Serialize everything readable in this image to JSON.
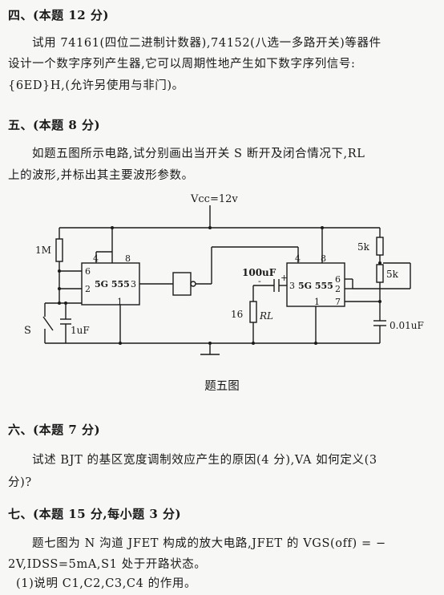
{
  "q4": {
    "heading": "四、(本题 12 分)",
    "line1": "试用 74161(四位二进制计数器),74152(八选一多路开关)等器件",
    "line2": "设计一个数字序列产生器,它可以周期性地产生如下数字序列信号:",
    "line3": "{6ED}H,(允许另使用与非门)。"
  },
  "q5": {
    "heading": "五、(本题 8 分)",
    "line1": "如题五图所示电路,试分别画出当开关 S 断开及闭合情况下,RL",
    "line2": "上的波形,并标出其主要波形参数。",
    "figure": {
      "vcc": "Vcc=12v",
      "r1": "1M",
      "chip1": "5G 555",
      "chip2": "5G 555",
      "pin4": "4",
      "pin8": "8",
      "pin6": "6",
      "pin2": "2",
      "pin3": "3",
      "pin1": "1",
      "pin7": "7",
      "switch": "S",
      "c1": "1uF",
      "c2": "100uF",
      "plus": "+",
      "minus": "-",
      "rl_value": "16",
      "rl": "RL",
      "r2": "5k",
      "r3": "5k",
      "c3": "0.01uF",
      "caption": "题五图"
    }
  },
  "q6": {
    "heading": "六、(本题 7 分)",
    "line1": "试述 BJT 的基区宽度调制效应产生的原因(4 分),VA 如何定义(3",
    "line2": "分)?"
  },
  "q7": {
    "heading": "七、(本题 15 分,每小题 3 分)",
    "line1": "题七图为 N 沟道 JFET 构成的放大电路,JFET 的 VGS(off) = −",
    "line2": "2V,IDSS=5mA,S1 处于开路状态。",
    "line3": "(1)说明 C1,C2,C3,C4 的作用。"
  }
}
